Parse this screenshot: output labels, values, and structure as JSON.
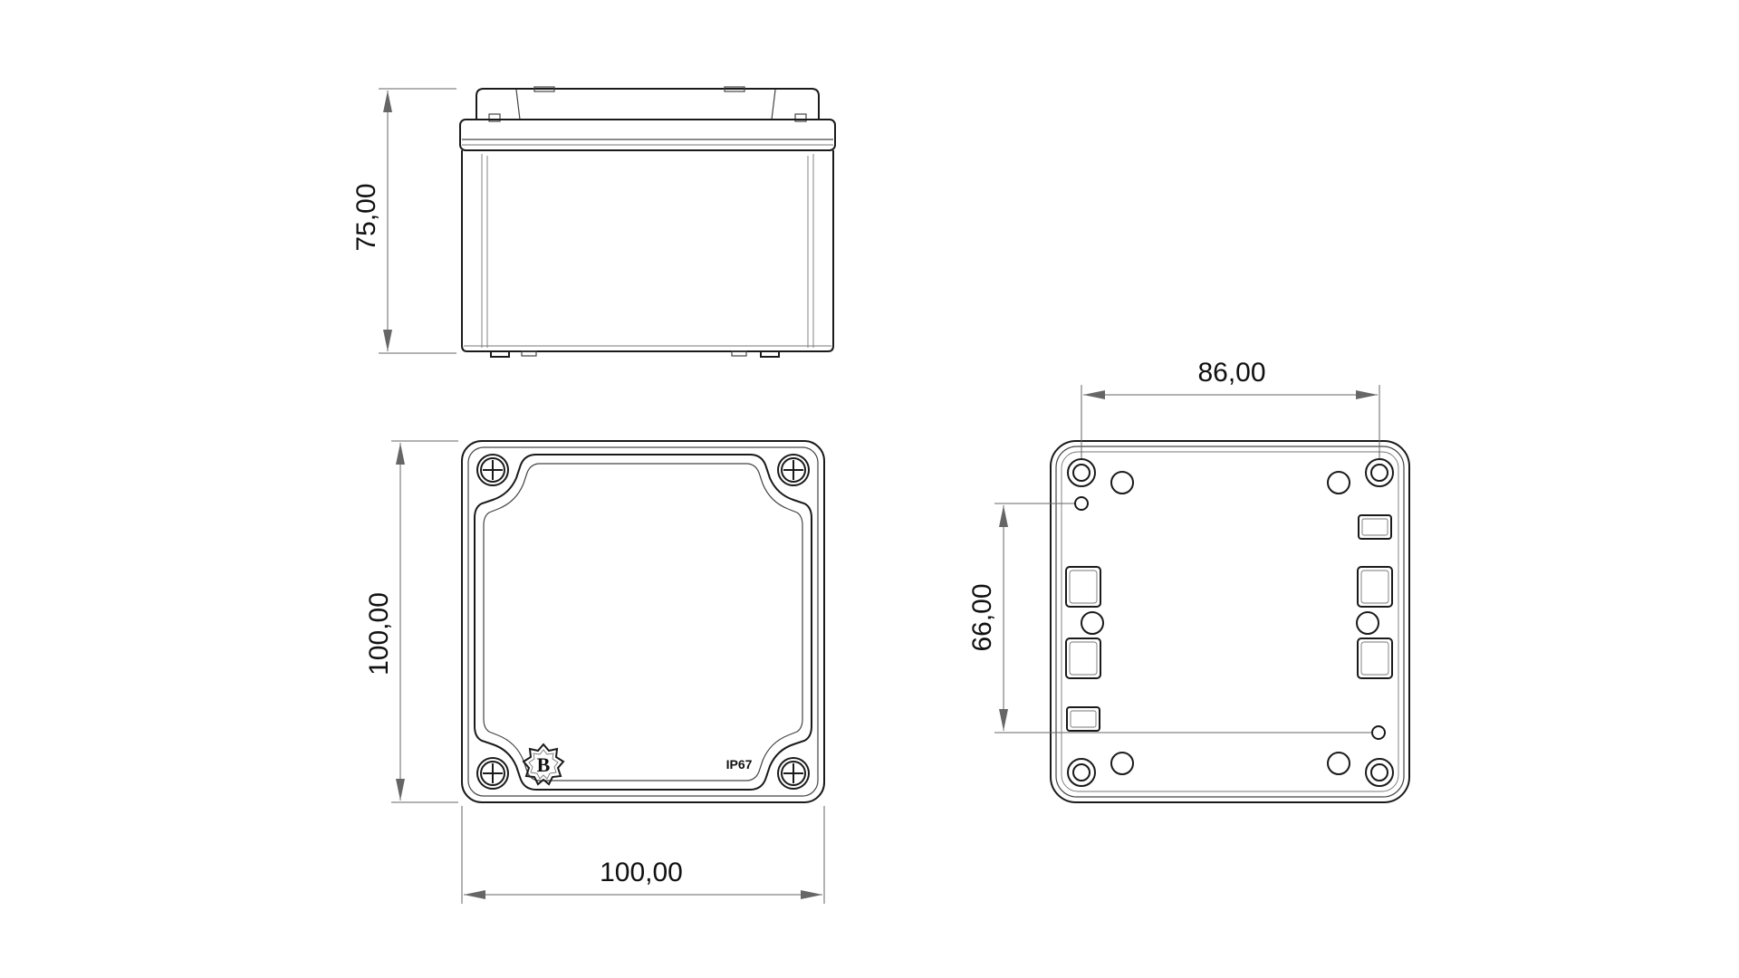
{
  "views": {
    "side": {
      "height_label": "75,00"
    },
    "top": {
      "height_label": "100,00",
      "width_label": "100,00",
      "rating_marking": "IP67",
      "logo_letter": "B"
    },
    "bottom": {
      "width_label": "86,00",
      "height_label": "66,00"
    }
  },
  "icons": [
    "screw-icon",
    "brand-logo-icon"
  ],
  "colors": {
    "line": "#1a1a1a",
    "dimension": "#666666",
    "background": "#ffffff"
  }
}
